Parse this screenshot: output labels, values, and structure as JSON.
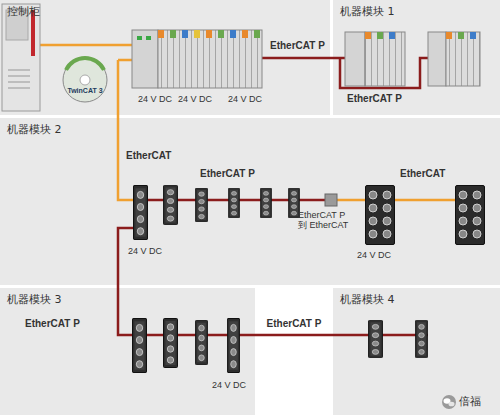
{
  "diagram": {
    "nodes": [
      {
        "text": [
          "控制柜"
        ]
      },
      {
        "text": [
          "机器模块 1"
        ]
      },
      {
        "text": [
          "机器模块 2"
        ]
      },
      {
        "text": [
          "机器模块 3"
        ]
      },
      {
        "text": [
          "机器模块 4"
        ]
      }
    ],
    "edges": [
      {
        "from": 0,
        "to": 1,
        "arrow": "none"
      },
      {
        "from": 0,
        "to": 2,
        "arrow": "none"
      },
      {
        "from": 2,
        "to": 3,
        "arrow": "none"
      },
      {
        "from": 3,
        "to": 4,
        "label": "EtherCAT P",
        "arrow": "none"
      }
    ],
    "labels": [
      "EtherCAT P",
      "24 V DC",
      "24 V DC",
      "24 V DC",
      "TwinCAT 3",
      "EtherCAT P",
      "EtherCAT",
      "EtherCAT P",
      "EtherCAT P 到 EtherCAT",
      "EtherCAT",
      "24 V DC",
      "24 V DC",
      "EtherCAT P",
      "24 V DC",
      "倍福"
    ]
  }
}
